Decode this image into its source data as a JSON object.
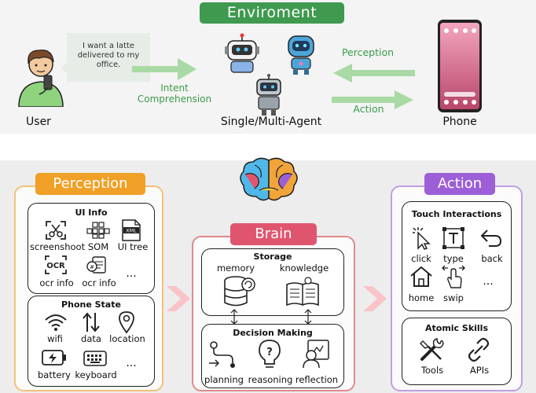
{
  "environment": {
    "title": "Enviroment",
    "speech": "I want a latte delivered to my office.",
    "user_label": "User",
    "intent_label": "Intent Comprehension",
    "agent_label": "Single/Multi-Agent",
    "perception_label": "Perception",
    "action_label": "Action",
    "phone_label": "Phone"
  },
  "perception": {
    "title": "Perception",
    "ui_info": {
      "title": "UI Info",
      "items": [
        "screenshoot",
        "SOM",
        "UI tree",
        "ocr info",
        "ocr info",
        "..."
      ]
    },
    "phone_state": {
      "title": "Phone State",
      "items": [
        "wifi",
        "data",
        "location",
        "battery",
        "keyboard",
        "..."
      ]
    }
  },
  "brain": {
    "title": "Brain",
    "storage": {
      "title": "Storage",
      "items": [
        "memory",
        "knowledge"
      ]
    },
    "decision": {
      "title": "Decision Making",
      "items": [
        "planning",
        "reasoning",
        "reflection"
      ]
    }
  },
  "action": {
    "title": "Action",
    "touch": {
      "title": "Touch Interactions",
      "items": [
        "click",
        "type",
        "back",
        "home",
        "swip",
        "..."
      ]
    },
    "atomic": {
      "title": "Atomic Skills",
      "items": [
        "Tools",
        "APIs"
      ]
    }
  },
  "colors": {
    "environment": "#3f9a4f",
    "perception": "#f0a026",
    "brain": "#e0556e",
    "action": "#9c5fd8"
  }
}
